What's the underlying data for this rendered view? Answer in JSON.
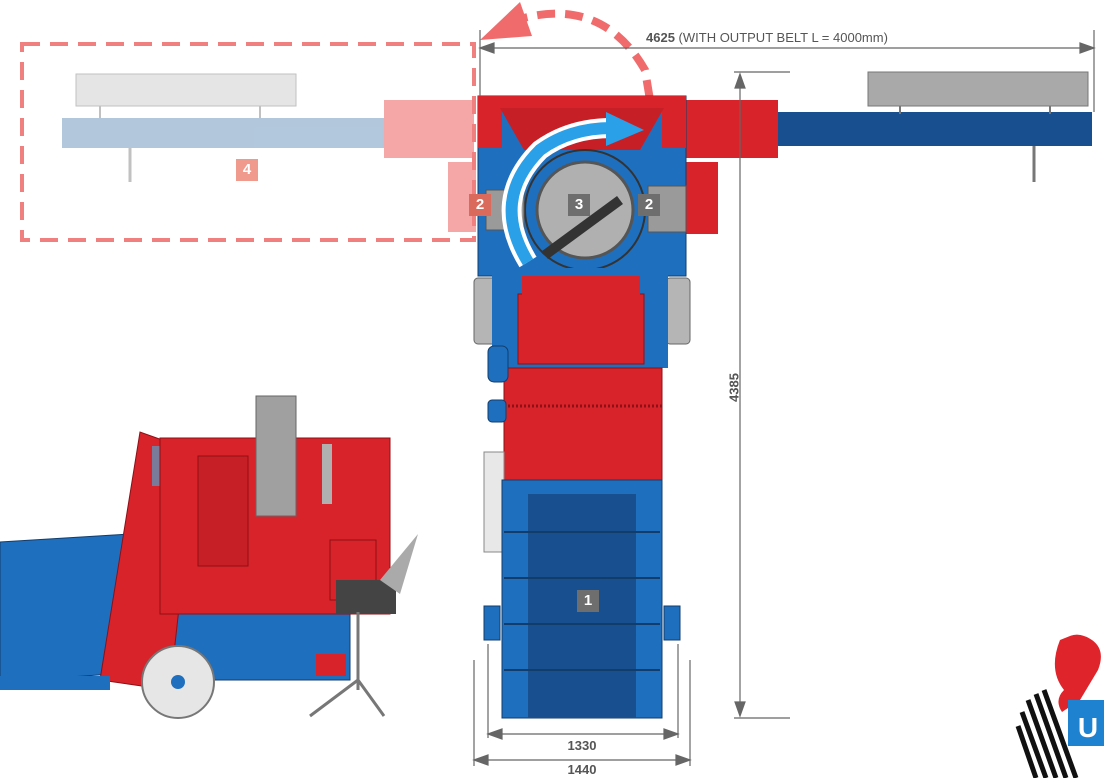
{
  "dimensions": {
    "total_width_value": "4625",
    "total_width_note": "(WITH OUTPUT BELT L = 4000mm)",
    "height_value": "4385",
    "inner_width_value": "1330",
    "outer_width_value": "1440"
  },
  "callouts": {
    "c1": "1",
    "c2_left": "2",
    "c2_right": "2",
    "c3": "3",
    "c4": "4"
  },
  "colors": {
    "machine_red": "#d8232a",
    "machine_blue": "#1f6fbf",
    "dark_blue": "#174f8f",
    "callout_grey": "#6e6e6e",
    "ghost_red": "#f06c6c",
    "ghost_blue": "#7fa3c6",
    "rotation_arrow": "#2aa0e8"
  },
  "logo": {
    "name": "lion-logo",
    "letter": "U"
  }
}
